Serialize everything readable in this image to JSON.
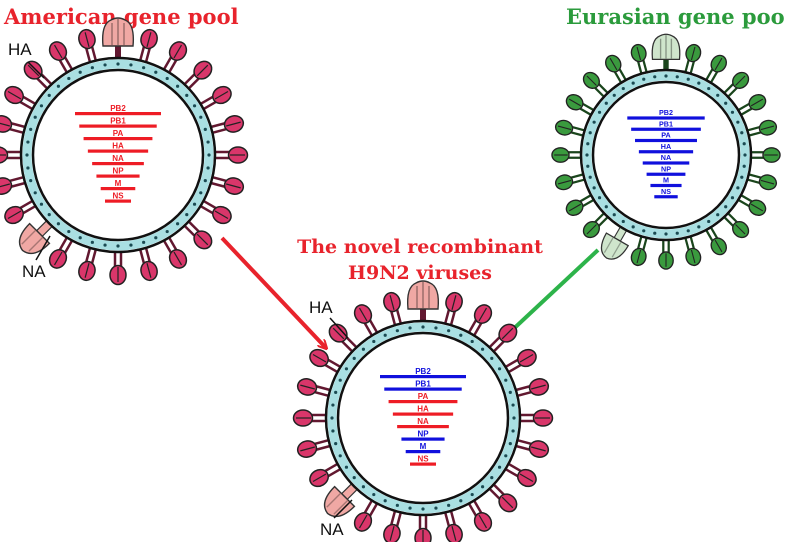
{
  "titles": {
    "american": "American gene pool",
    "eurasian": "Eurasian gene pool",
    "recombinant_line1": "The  novel recombinant",
    "recombinant_line2": "H9N2 viruses"
  },
  "labels": {
    "ha": "HA",
    "na": "NA"
  },
  "colors": {
    "american": "#e8232c",
    "eurasian": "#2b9b3c",
    "segment_red": "#ee1c25",
    "segment_blue": "#1010dd",
    "spike_pink": "#d9366a",
    "spike_green": "#3a9a3e",
    "na_pink": "#f0a8a4",
    "na_green": "#cfe5cc",
    "membrane": "#a9dfe2",
    "arrow_red": "#e8232c",
    "arrow_green": "#2db34a"
  },
  "viruses": [
    {
      "id": "american",
      "spike_color": "#d9366a",
      "na_color": "#f0a8a4",
      "segments": [
        {
          "name": "PB2",
          "color": "red"
        },
        {
          "name": "PB1",
          "color": "red"
        },
        {
          "name": "PA",
          "color": "red"
        },
        {
          "name": "HA",
          "color": "red"
        },
        {
          "name": "NA",
          "color": "red"
        },
        {
          "name": "NP",
          "color": "red"
        },
        {
          "name": "M",
          "color": "red"
        },
        {
          "name": "NS",
          "color": "red"
        }
      ]
    },
    {
      "id": "eurasian",
      "spike_color": "#3a9a3e",
      "na_color": "#cfe5cc",
      "segments": [
        {
          "name": "PB2",
          "color": "blue"
        },
        {
          "name": "PB1",
          "color": "blue"
        },
        {
          "name": "PA",
          "color": "blue"
        },
        {
          "name": "HA",
          "color": "blue"
        },
        {
          "name": "NA",
          "color": "blue"
        },
        {
          "name": "NP",
          "color": "blue"
        },
        {
          "name": "M",
          "color": "blue"
        },
        {
          "name": "NS",
          "color": "blue"
        }
      ]
    },
    {
      "id": "recombinant",
      "spike_color": "#d9366a",
      "na_color": "#f0a8a4",
      "segments": [
        {
          "name": "PB2",
          "color": "blue"
        },
        {
          "name": "PB1",
          "color": "blue"
        },
        {
          "name": "PA",
          "color": "red"
        },
        {
          "name": "HA",
          "color": "red"
        },
        {
          "name": "NA",
          "color": "red"
        },
        {
          "name": "NP",
          "color": "blue"
        },
        {
          "name": "M",
          "color": "blue"
        },
        {
          "name": "NS",
          "color": "red"
        }
      ]
    }
  ]
}
